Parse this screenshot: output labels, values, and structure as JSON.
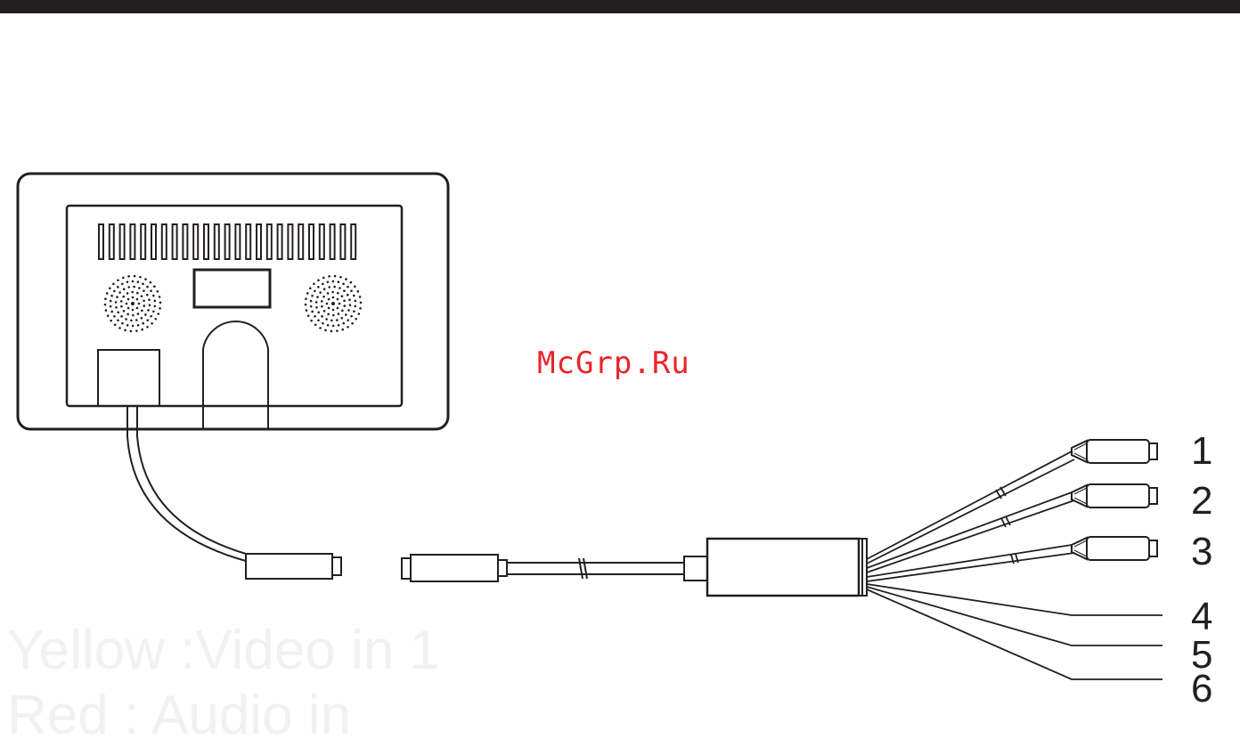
{
  "watermark": "McGrp.Ru",
  "faded_text": [
    "Yellow :Video in 1",
    "Red : Audio in"
  ],
  "connector_labels": [
    "1",
    "2",
    "3",
    "4",
    "5",
    "6"
  ],
  "colors": {
    "line": "#231f20",
    "watermark": "#e8262a",
    "background": "#ffffff"
  }
}
